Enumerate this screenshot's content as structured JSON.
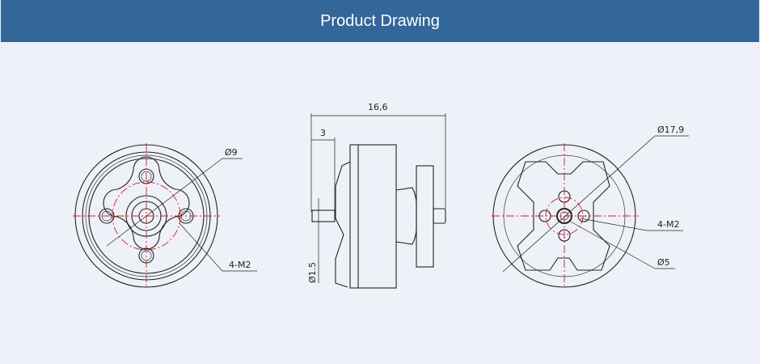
{
  "header": {
    "title": "Product Drawing"
  },
  "front_view": {
    "diameter_label": "Ø9",
    "thread_label": "4-M2"
  },
  "side_view": {
    "length_label": "16,6",
    "step_label": "3",
    "shaft_label": "Ø1.5"
  },
  "rear_view": {
    "diameter_label": "Ø17,9",
    "thread_label": "4-M2",
    "inner_label": "Ø5"
  },
  "colors": {
    "header": "#336699",
    "background": "#edf1f7",
    "centerline": "#e0141e"
  }
}
